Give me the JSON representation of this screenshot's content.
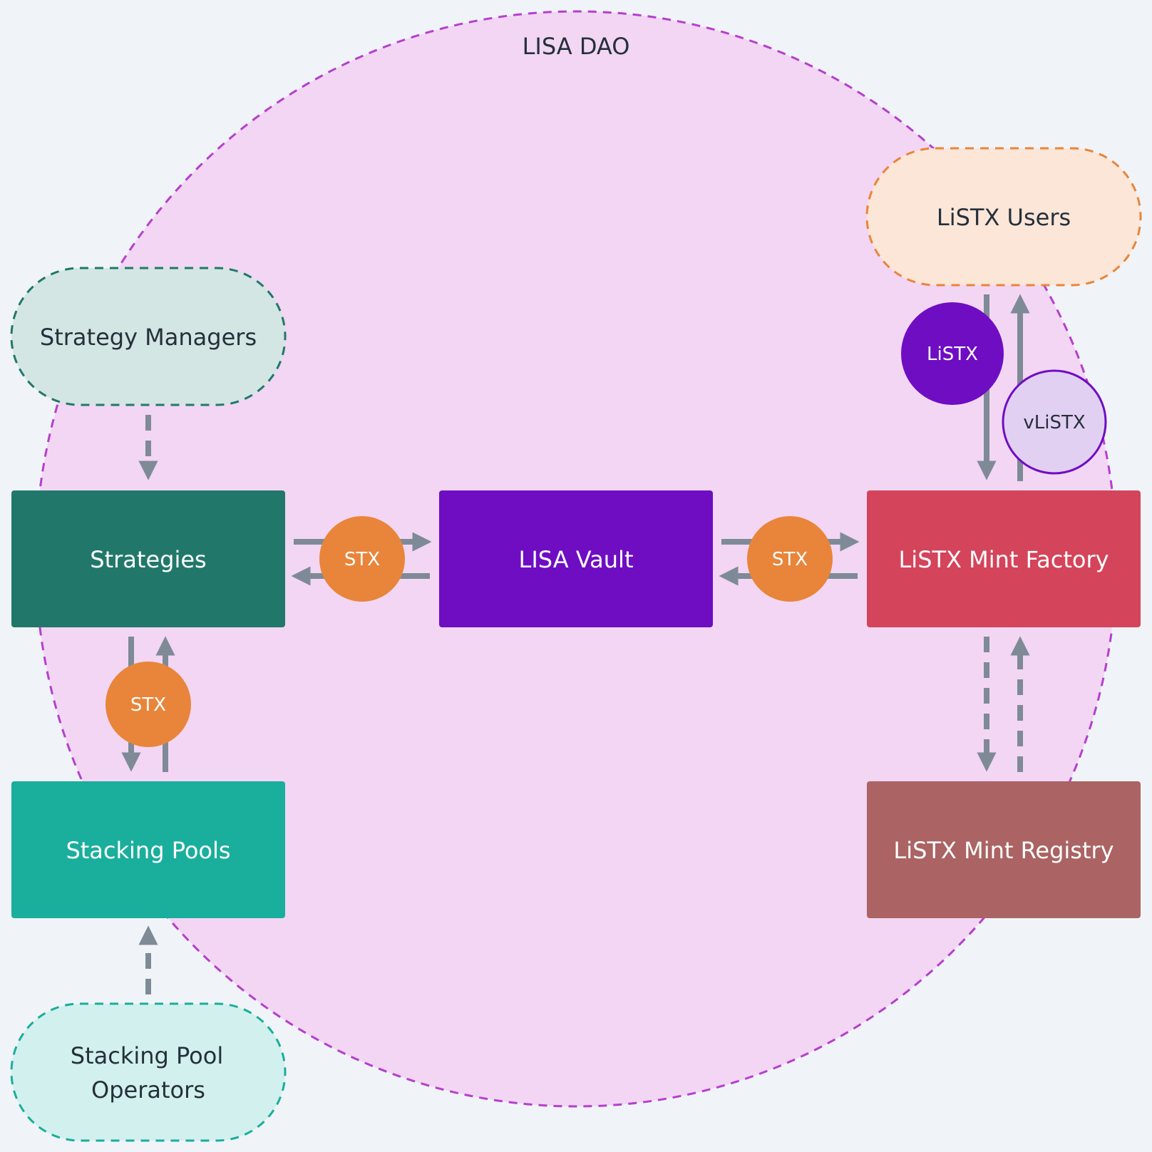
{
  "diagram": {
    "title": "LISA DAO",
    "actors": {
      "strategy_managers": "Strategy Managers",
      "listx_users": "LiSTX Users",
      "stacking_pool_operators": {
        "line1": "Stacking Pool",
        "line2": "Operators"
      }
    },
    "components": {
      "strategies": "Strategies",
      "lisa_vault": "LISA Vault",
      "listx_mint_factory": "LiSTX Mint Factory",
      "stacking_pools": "Stacking Pools",
      "listx_mint_registry": "LiSTX Mint Registry"
    },
    "tokens": {
      "stx_strategies_vault": "STX",
      "stx_vault_factory": "STX",
      "stx_strategies_pools": "STX",
      "listx": "LiSTX",
      "vlistx": "vLiSTX"
    }
  },
  "colors": {
    "background": "#f0f4f8",
    "dao_fill": "#f2d6f4",
    "dao_border": "#b63fcc",
    "arrow": "#7f8a97",
    "strategies": "#21786a",
    "stacking_pools": "#1aae9c",
    "lisa_vault": "#6f0dc3",
    "listx_mint_factory": "#d4445a",
    "listx_mint_registry": "#ab6363",
    "stx_token": "#e8853a",
    "listx_token": "#6f0dc3",
    "vlistx_token_fill": "#e2d0f2",
    "vlistx_token_border": "#6f0dc3"
  }
}
